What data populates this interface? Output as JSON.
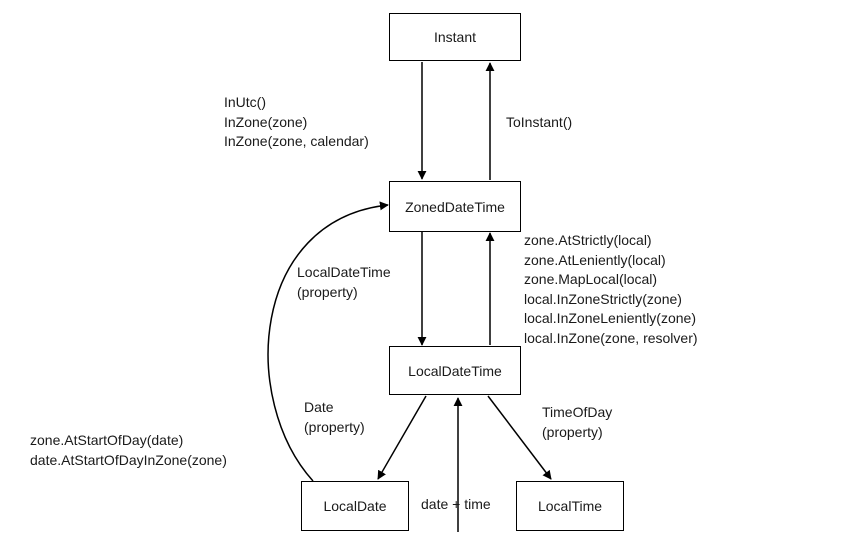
{
  "nodes": {
    "instant": "Instant",
    "zoned": "ZonedDateTime",
    "local_date_time": "LocalDateTime",
    "local_date": "LocalDate",
    "local_time": "LocalTime"
  },
  "labels": {
    "to_zoned": [
      "InUtc()",
      "InZone(zone)",
      "InZone(zone, calendar)"
    ],
    "to_instant": [
      "ToInstant()"
    ],
    "zoned_to_local": [
      "LocalDateTime",
      "(property)"
    ],
    "local_to_zoned": [
      "zone.AtStrictly(local)",
      "zone.AtLeniently(local)",
      "zone.MapLocal(local)",
      "local.InZoneStrictly(zone)",
      "local.InZoneLeniently(zone)",
      "local.InZone(zone, resolver)"
    ],
    "date_prop": [
      "Date",
      "(property)"
    ],
    "time_prop": [
      "TimeOfDay",
      "(property)"
    ],
    "date_to_zoned": [
      "zone.AtStartOfDay(date)",
      "date.AtStartOfDayInZone(zone)"
    ],
    "date_plus_time": [
      "date + time"
    ]
  }
}
